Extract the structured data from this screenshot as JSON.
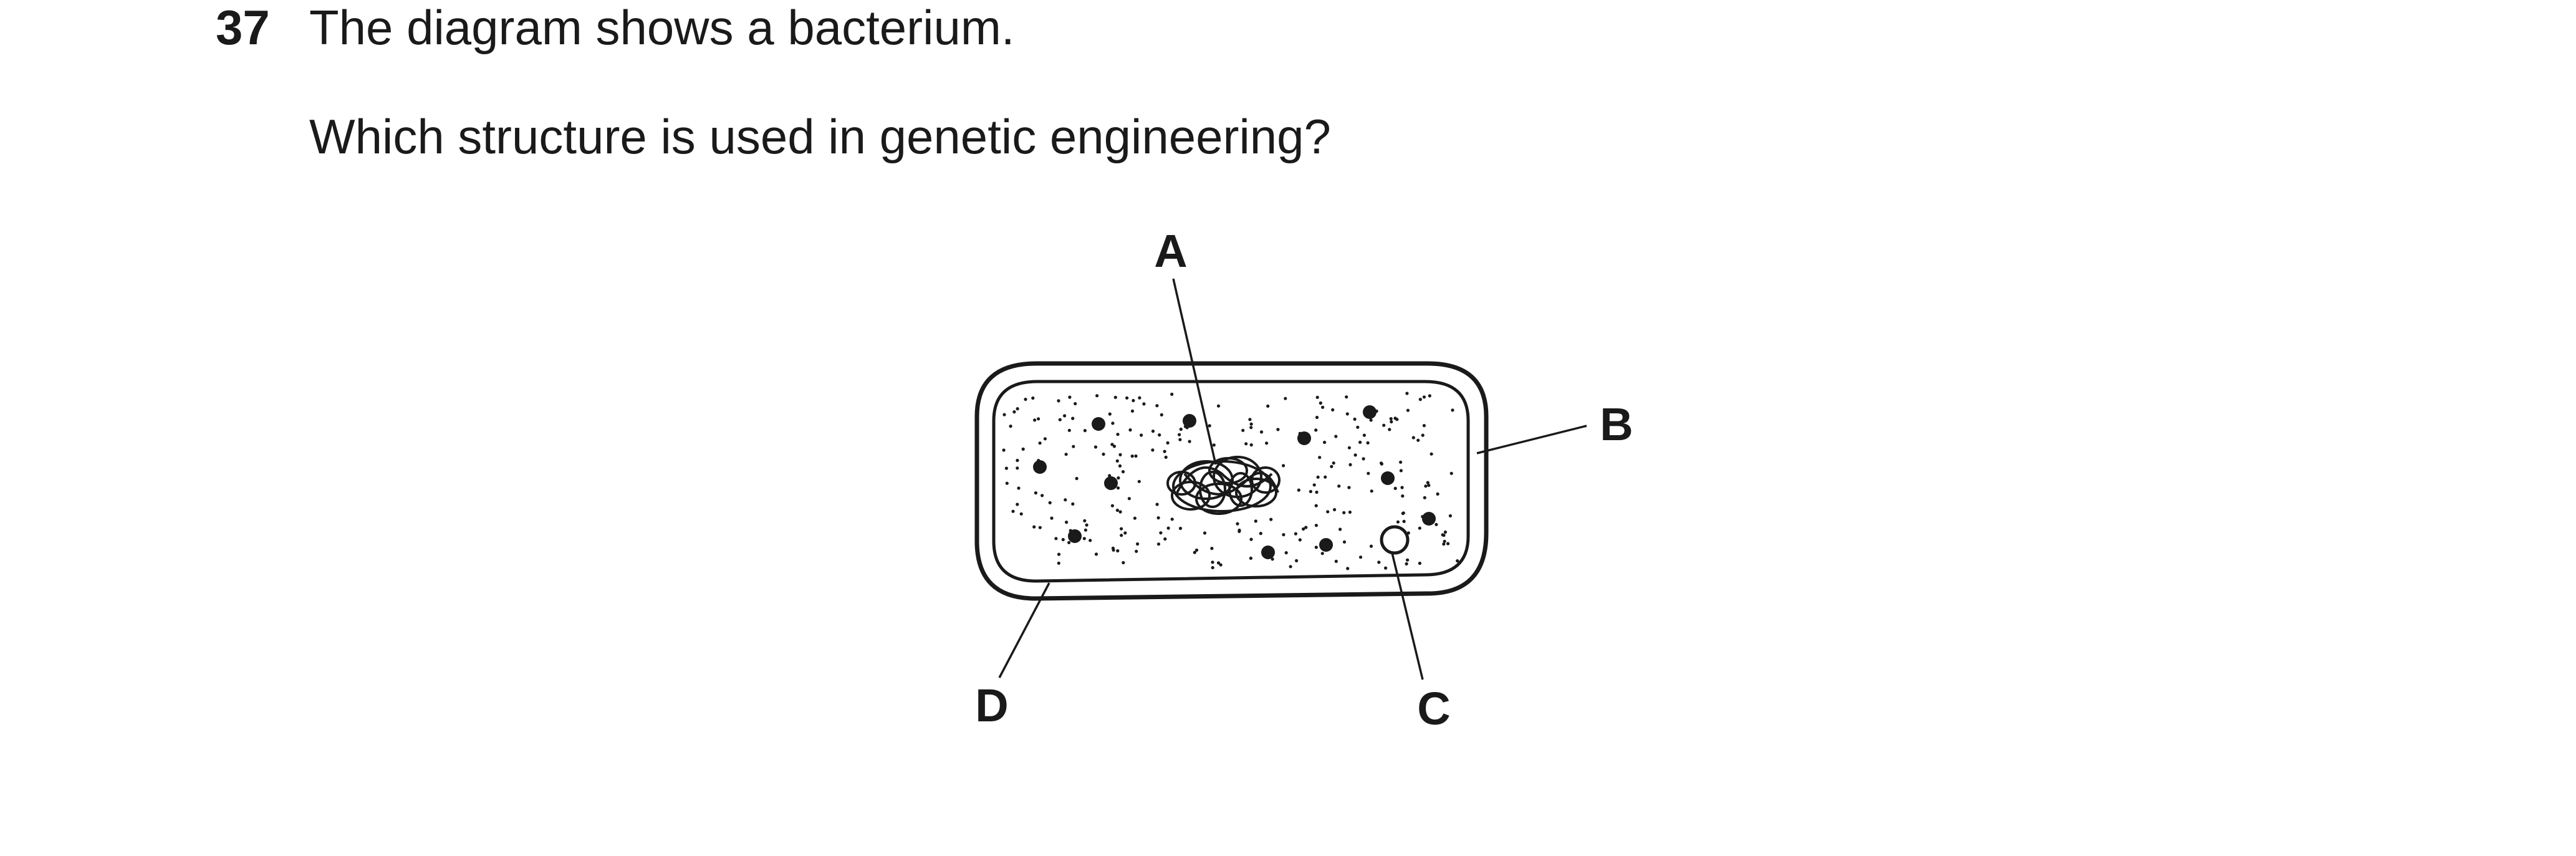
{
  "question": {
    "number": "37",
    "stem": "The diagram shows a bacterium.",
    "prompt": "Which structure is used in genetic engineering?"
  },
  "diagram": {
    "labels": {
      "a": "A",
      "b": "B",
      "c": "C",
      "d": "D"
    }
  }
}
